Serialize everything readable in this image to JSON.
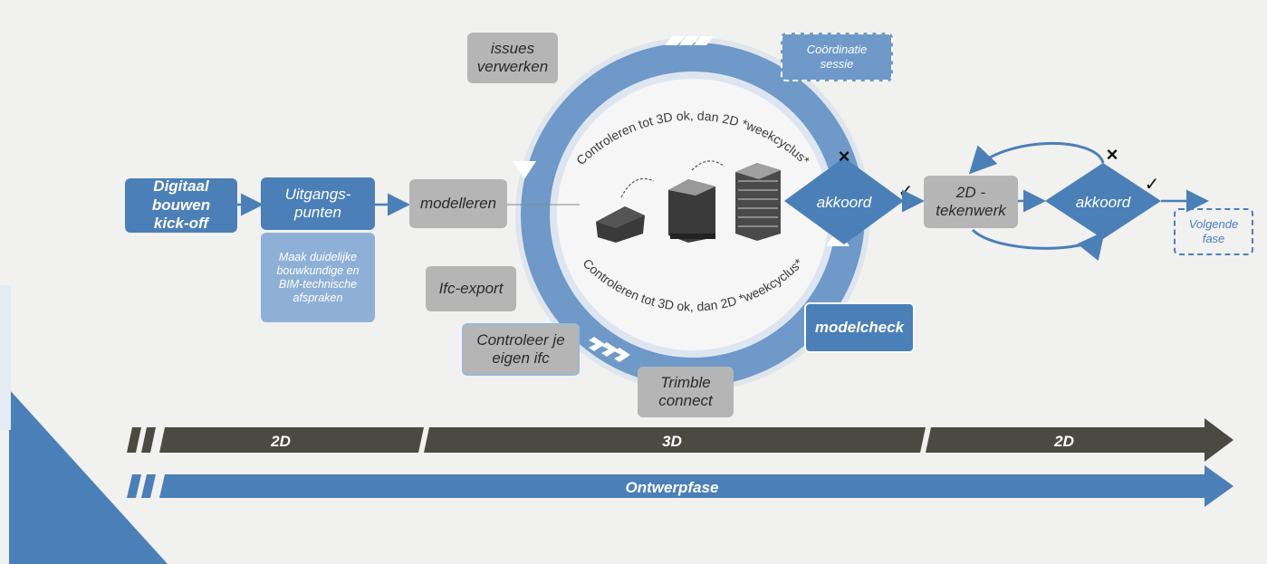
{
  "boxes": {
    "digitaal": "Digitaal\nbouwen\nkick-off",
    "uitgangspunten": "Uitgangs-\npunten",
    "afspraken": "Maak duidelijke\nbouwkundige en\nBIM-technische\nafspraken",
    "modelleren": "modelleren",
    "issues": "issues\nverwerken",
    "coordinatie": "Coördinatie\nsessie",
    "ifc_export": "Ifc-export",
    "controleer": "Controleer je\neigen ifc",
    "trimble": "Trimble\nconnect",
    "modelcheck": "modelcheck",
    "tekenwerk": "2D -\ntekenwerk",
    "volgende": "Volgende\nfase"
  },
  "decisions": {
    "akkoord1": "akkoord",
    "akkoord2": "akkoord"
  },
  "marks": {
    "cross": "×",
    "check": "✓"
  },
  "cycle": {
    "top_text": "Controleren tot 3D ok, dan 2D *weekcyclus*",
    "bottom_text": "Controleren tot 3D ok, dan 2D *weekcyclus*"
  },
  "timeline": {
    "bar1": [
      "2D",
      "3D",
      "2D"
    ],
    "bar2": "Ontwerpfase"
  },
  "colors": {
    "blue": "#4a7fb8",
    "ring": "#6e99c8",
    "grey_box": "#b5b5b5",
    "dark_bar": "#4a4a42"
  }
}
